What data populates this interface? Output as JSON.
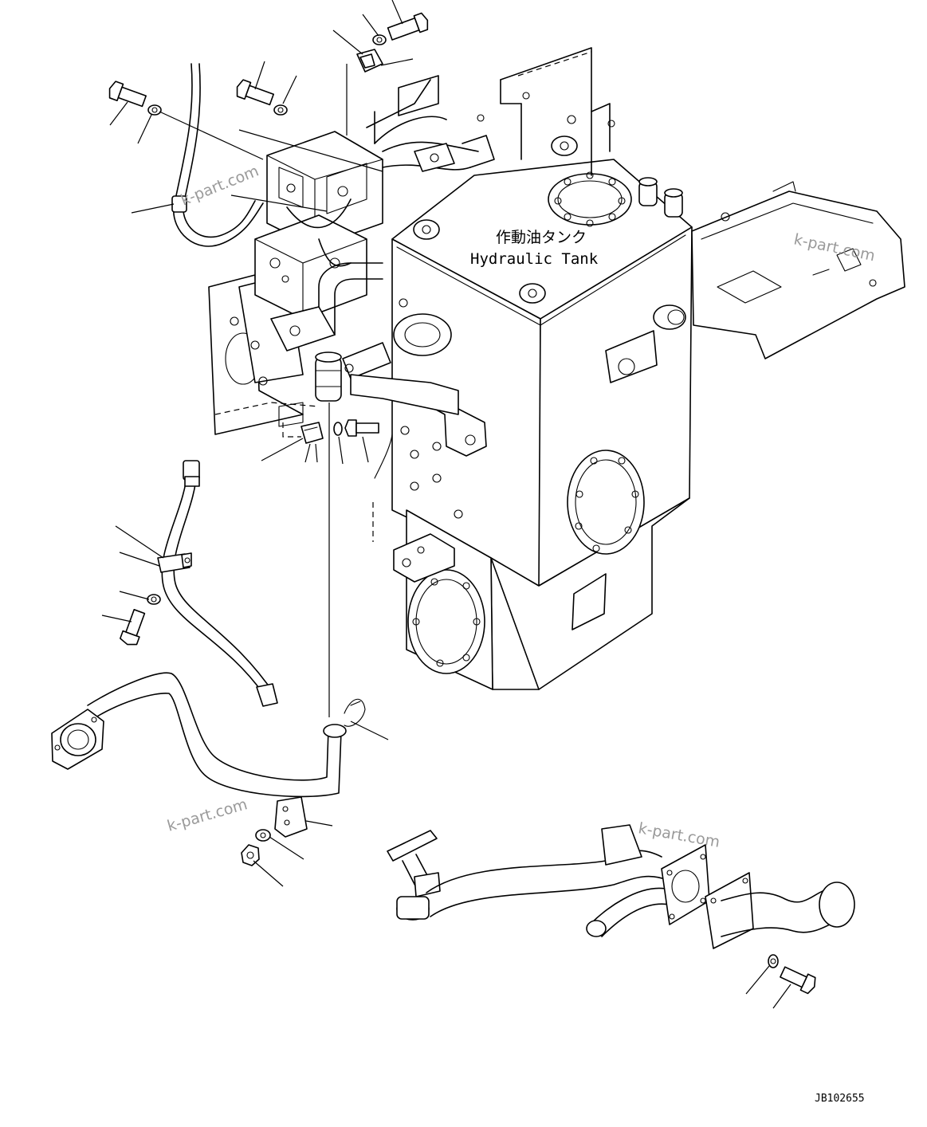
{
  "labels": {
    "tank_jp": "作動油タンク",
    "tank_en": "Hydraulic Tank"
  },
  "watermarks": [
    "k-part.com",
    "k-part.com",
    "k-part.com",
    "k-part.com"
  ],
  "drawing_code": "JB102655"
}
